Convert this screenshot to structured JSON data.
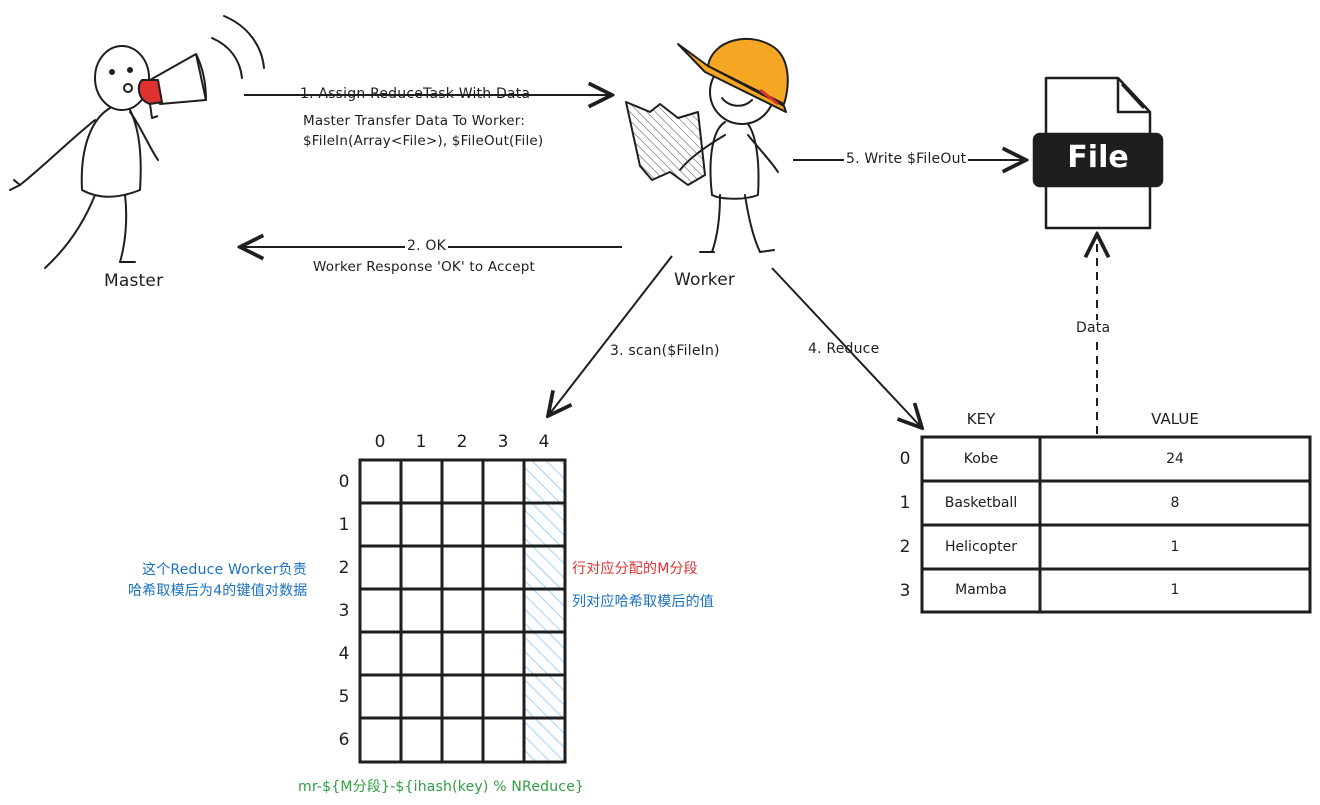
{
  "actors": {
    "master_label": "Master",
    "worker_label": "Worker"
  },
  "arrows": {
    "step1": "1. Assign ReduceTask With Data",
    "step1_note_line1": "Master Transfer Data To Worker:",
    "step1_note_line2": "$FileIn(Array<File>), $FileOut(File)",
    "step2": "2. OK",
    "step2_note": "Worker Response 'OK' to Accept",
    "step3": "3. scan($FileIn)",
    "step4": "4. Reduce",
    "step5": "5. Write $FileOut",
    "data": "Data"
  },
  "file": {
    "label": "File"
  },
  "grid": {
    "col_headers": [
      "0",
      "1",
      "2",
      "3",
      "4"
    ],
    "row_headers": [
      "0",
      "1",
      "2",
      "3",
      "4",
      "5",
      "6"
    ],
    "highlight_col": 4,
    "left_note_line1": "这个Reduce Worker负责",
    "left_note_line2": "哈希取模后为4的键值对数据",
    "row_note": "行对应分配的M分段",
    "col_note": "列对应哈希取模后的值",
    "formula": "mr-${M分段}-${ihash(key) % NReduce}"
  },
  "kv_table": {
    "key_header": "KEY",
    "value_header": "VALUE",
    "row_indices": [
      "0",
      "1",
      "2",
      "3"
    ],
    "rows": [
      {
        "key": "Kobe",
        "value": "24"
      },
      {
        "key": "Basketball",
        "value": "8"
      },
      {
        "key": "Helicopter",
        "value": "1"
      },
      {
        "key": "Mamba",
        "value": "1"
      }
    ]
  },
  "colors": {
    "stroke": "#1e1e1e",
    "helmet": "#f5a623",
    "megaphone": "#e03131",
    "blue_note": "#1971c2",
    "red_note": "#e03131",
    "green_formula": "#2f9e44",
    "hatch": "#a5d8ff"
  }
}
